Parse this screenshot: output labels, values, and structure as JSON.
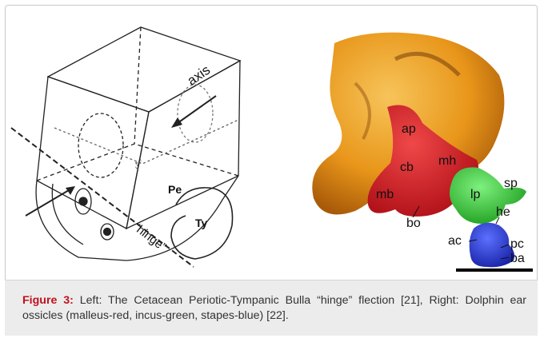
{
  "left_figure": {
    "label_axis": "axis",
    "label_pe": "Pe",
    "label_ty": "Ty",
    "label_hinge": "“hinge”",
    "label_small": "‹⁂›"
  },
  "right_figure": {
    "labels": {
      "ap": "ap",
      "cb": "cb",
      "mh": "mh",
      "mb": "mb",
      "bo": "bo",
      "sp": "sp",
      "lp": "lp",
      "he": "he",
      "ac": "ac",
      "pc": "pc",
      "ba": "ba"
    },
    "colors": {
      "bulla": "#e89a1a",
      "malleus": "#d81e2a",
      "incus": "#3cc83c",
      "stapes": "#2a3fd8"
    }
  },
  "caption": {
    "label": "Figure 3:",
    "text": " Left: The Cetacean Periotic-Tympanic Bulla “hinge” flection [21], Right: Dolphin ear ossicles (malleus-red, incus-green, stapes-blue) [22]."
  }
}
